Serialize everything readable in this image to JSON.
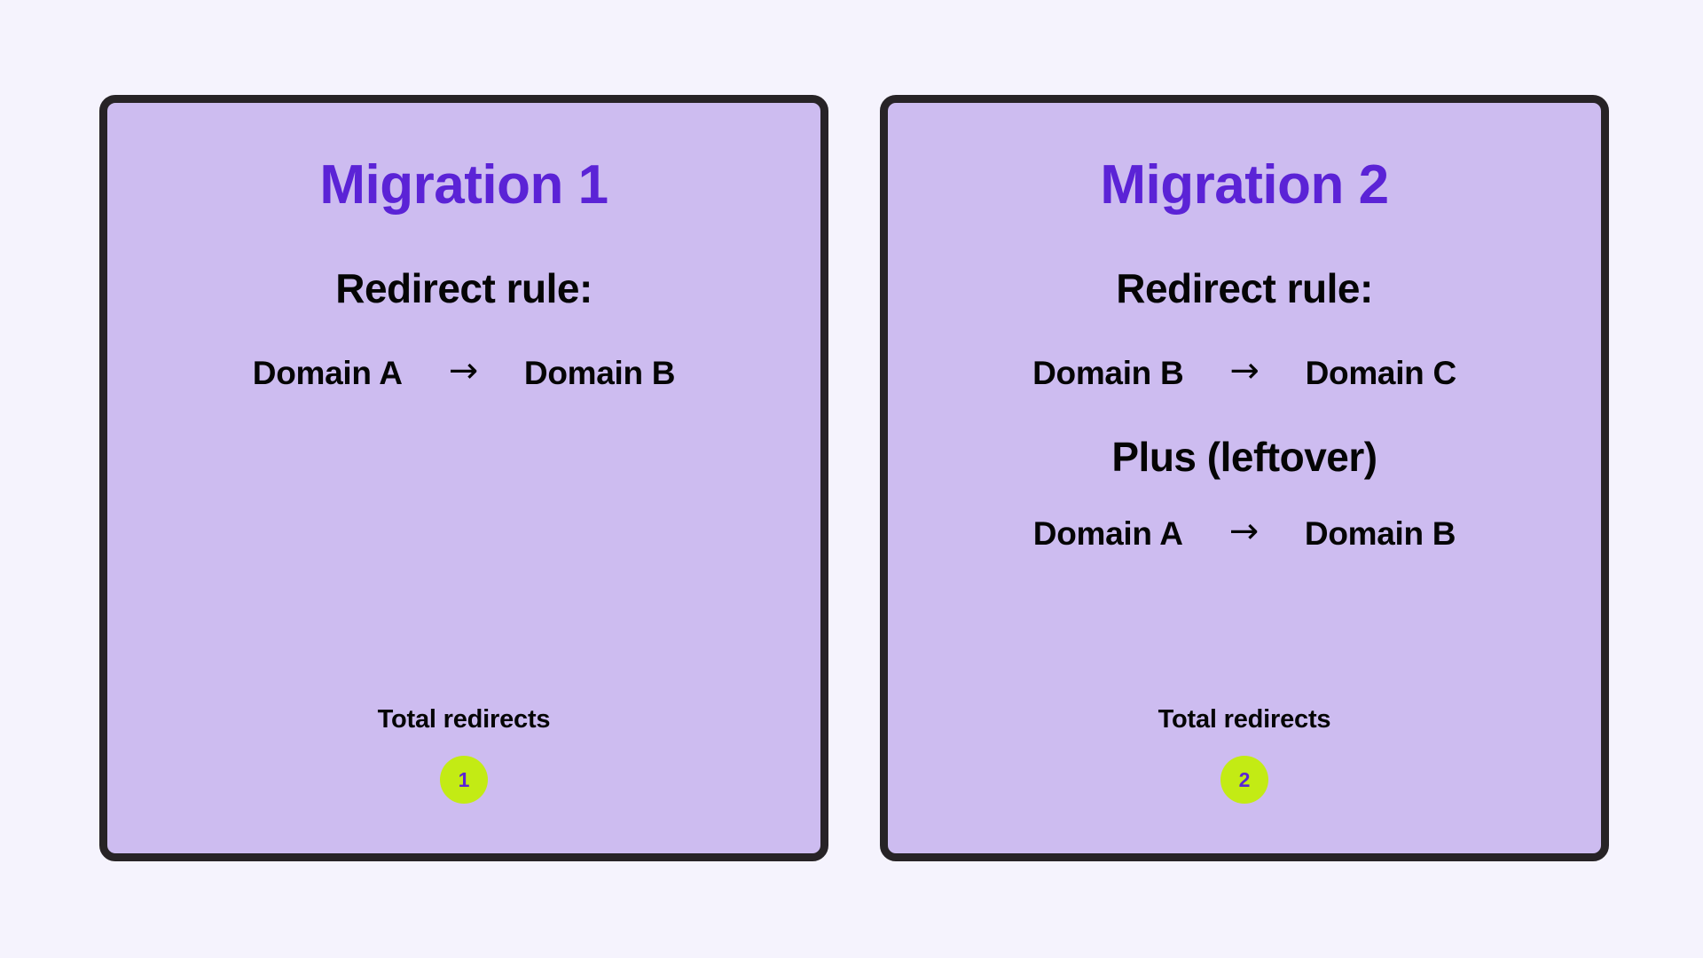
{
  "page": {
    "background_color": "#f5f3fd",
    "title_color": "#5b23d6",
    "card_background_color": "#cdbcf0",
    "card_border_color": "#272326",
    "badge_color": "#c3eb14",
    "text_color": "#050505"
  },
  "cards": [
    {
      "title": "Migration 1",
      "rule_heading": "Redirect rule:",
      "rule": {
        "from": "Domain A",
        "arrow": "→",
        "to": "Domain B"
      },
      "has_leftover": false,
      "leftover_heading": "",
      "leftover": {
        "from": "",
        "arrow": "",
        "to": ""
      },
      "total_label": "Total redirects",
      "total_count": "1"
    },
    {
      "title": "Migration 2",
      "rule_heading": "Redirect rule:",
      "rule": {
        "from": "Domain B",
        "arrow": "→",
        "to": "Domain C"
      },
      "has_leftover": true,
      "leftover_heading": "Plus (leftover)",
      "leftover": {
        "from": "Domain A",
        "arrow": "→",
        "to": "Domain B"
      },
      "total_label": "Total redirects",
      "total_count": "2"
    }
  ]
}
